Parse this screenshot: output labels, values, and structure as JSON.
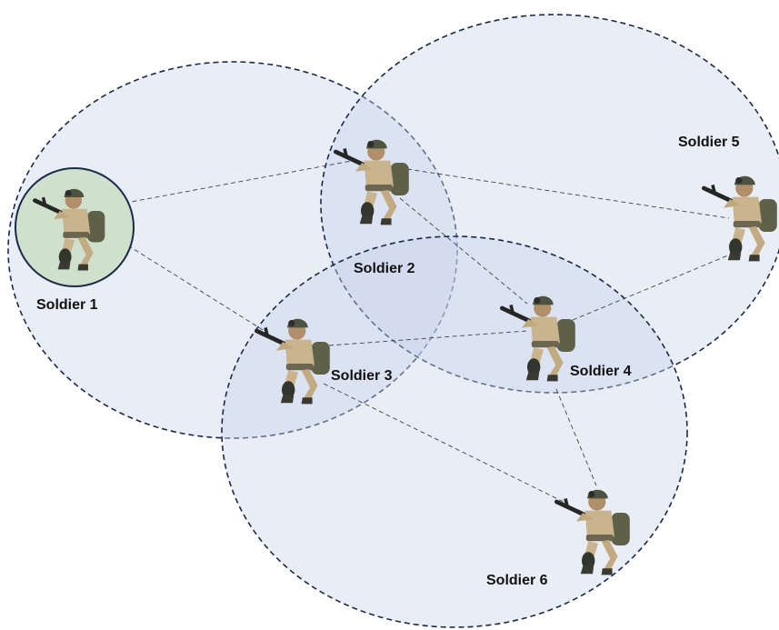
{
  "labels": {
    "soldier1": "Soldier 1",
    "soldier2": "Soldier 2",
    "soldier3": "Soldier 3",
    "soldier4": "Soldier 4",
    "soldier5": "Soldier 5",
    "soldier6": "Soldier 6"
  },
  "colors": {
    "range_fill": "#c7d3ea",
    "range_stroke": "#1a2a4a",
    "highlight_fill": "#cfe0cc",
    "uniform": "#c9b48e",
    "gear": "#5e6147"
  },
  "icons": [
    "soldier-figure-icon"
  ]
}
